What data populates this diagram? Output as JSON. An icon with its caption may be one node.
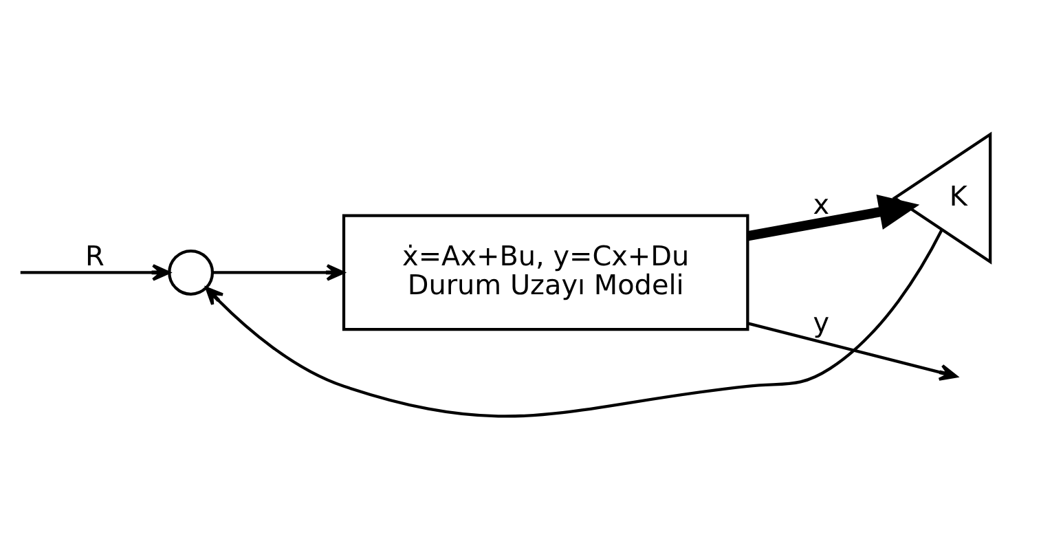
{
  "diagram": {
    "nodes": [
      {
        "text": [],
        "shape": "circle"
      },
      {
        "text": [
          "ẋ=Ax+Bu, y=Cx+Du",
          "Durum Uzayı Modeli"
        ]
      },
      {
        "text": [
          "K"
        ]
      }
    ],
    "edges": [
      {
        "from": null,
        "to": 0,
        "arrow": "to",
        "label": "R"
      },
      {
        "from": 0,
        "to": 1,
        "arrow": "to"
      },
      {
        "from": 1,
        "to": null,
        "arrow": "to",
        "label": "y"
      },
      {
        "from": 1,
        "to": 2,
        "arrow": "to",
        "label": "x",
        "style": "thick"
      },
      {
        "from": 2,
        "to": 0,
        "arrow": "to"
      }
    ]
  }
}
